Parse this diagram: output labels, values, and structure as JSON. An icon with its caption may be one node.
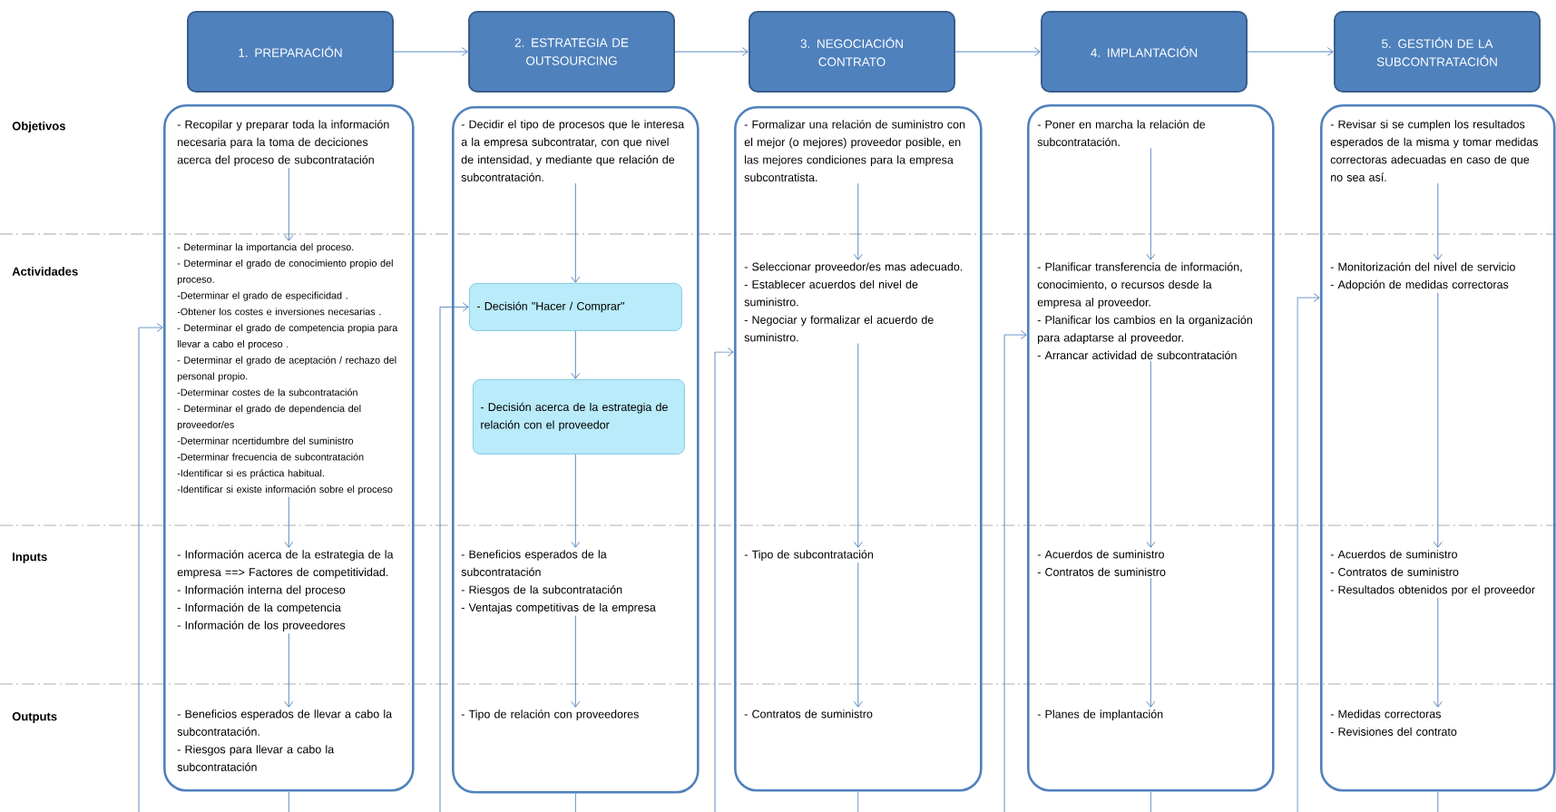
{
  "diagram": {
    "nodes": [
      {
        "text": [
          "1. PREPARACIÓN"
        ]
      },
      {
        "text": [
          "2. ESTRATEGIA DE OUTSOURCING"
        ]
      },
      {
        "text": [
          "3. NEGOCIACIÓN CONTRATO"
        ]
      },
      {
        "text": [
          "4. IMPLANTACIÓN"
        ]
      },
      {
        "text": [
          "5. GESTIÓN DE LA SUBCONTRATACIÓN"
        ]
      },
      {
        "text": [],
        "shape": "box"
      },
      {
        "text": [
          "- Recopilar y preparar toda la información necesaria para la toma de deciciones acerca del proceso de subcontratación"
        ],
        "in": 5
      },
      {
        "text": [
          "- Determinar la importancia del proceso.",
          "- Determinar el grado de conocimiento propio del proceso.",
          "-Determinar el grado de especificidad .",
          "-Obtener los costes e inversiones necesarias .",
          "- Determinar el grado de competencia propia para llevar a cabo el proceso .",
          "- Determinar el grado de aceptación / rechazo del personal propio.",
          "-Determinar costes de la subcontratación",
          "- Determinar el grado de dependencia del proveedor/es",
          "-Determinar ncertidumbre del suministro",
          "-Determinar frecuencia de subcontratación",
          "-Identificar si es práctica habitual.",
          "-Identificar si existe información sobre el proceso"
        ],
        "in": 5
      },
      {
        "text": [
          "- Información acerca de la estrategia de la empresa ==> Factores de competitividad.",
          "- Información interna del proceso",
          "- Información de la competencia",
          "- Información de los proveedores"
        ],
        "in": 5
      },
      {
        "text": [
          "- Beneficios esperados  de llevar a cabo la subcontratación.",
          "- Riesgos para llevar a cabo la subcontratación"
        ],
        "in": 5
      },
      {
        "text": [],
        "shape": "box"
      },
      {
        "text": [
          "- Decidir el tipo de procesos que le interesa a la empresa subcontratar, con que nivel de intensidad, y mediante que relación de subcontratación."
        ],
        "in": 10
      },
      {
        "text": [
          "- Decisión \"Hacer / Comprar\""
        ],
        "in": 10
      },
      {
        "text": [
          "- Decisión acerca de la estrategia de relación con el proveedor"
        ],
        "in": 10
      },
      {
        "text": [
          "- Beneficios esperados de la subcontratación",
          "- Riesgos de la subcontratación",
          "- Ventajas competitivas de la empresa"
        ],
        "in": 10
      },
      {
        "text": [
          "- Tipo de relación con proveedores"
        ],
        "in": 10
      },
      {
        "text": [],
        "shape": "box"
      },
      {
        "text": [
          "- Formalizar una relación de suministro con el mejor (o mejores) proveedor posible, en las mejores condiciones para la empresa subcontratista."
        ],
        "in": 16
      },
      {
        "text": [
          "- Seleccionar proveedor/es mas adecuado.",
          "- Establecer acuerdos del nivel de suministro.",
          "- Negociar y formalizar el acuerdo de suministro."
        ],
        "in": 16
      },
      {
        "text": [
          "- Tipo de subcontratación"
        ],
        "in": 16
      },
      {
        "text": [
          "- Contratos de suministro"
        ],
        "in": 16
      },
      {
        "text": [],
        "shape": "box"
      },
      {
        "text": [
          "-  Poner en marcha la relación de subcontratación."
        ],
        "in": 21
      },
      {
        "text": [
          "- Planificar transferencia de información, conocimiento, o recursos desde la empresa al proveedor.",
          "- Planificar los cambios en la organización para adaptarse al proveedor.",
          "- Arrancar actividad de subcontratación"
        ],
        "in": 21
      },
      {
        "text": [
          "- Acuerdos de suministro",
          "- Contratos de suministro"
        ],
        "in": 21
      },
      {
        "text": [
          "- Planes de implantación"
        ],
        "in": 21
      },
      {
        "text": [],
        "shape": "box"
      },
      {
        "text": [
          "- Revisar si se cumplen los resultados esperados de la misma y tomar medidas correctoras adecuadas en caso de que no sea así."
        ],
        "in": 26
      },
      {
        "text": [
          "- Monitorización del nivel de servicio",
          "- Adopción de medidas correctoras"
        ],
        "in": 26
      },
      {
        "text": [
          "- Acuerdos de suministro",
          "- Contratos de suministro",
          "- Resultados obtenidos por el proveedor"
        ],
        "in": 26
      },
      {
        "text": [
          "- Medidas correctoras",
          "- Revisiones del contrato"
        ],
        "in": 26
      }
    ],
    "edges": [
      {
        "from": 0,
        "to": 1,
        "arrow": "to"
      },
      {
        "from": 1,
        "to": 2,
        "arrow": "to"
      },
      {
        "from": 2,
        "to": 3,
        "arrow": "to"
      },
      {
        "from": 3,
        "to": 4,
        "arrow": "to"
      },
      {
        "from": 6,
        "to": 7,
        "arrow": "to"
      },
      {
        "from": 7,
        "to": 8,
        "arrow": "to"
      },
      {
        "from": 8,
        "to": 9,
        "arrow": "to"
      },
      {
        "from": 11,
        "to": 12,
        "arrow": "to"
      },
      {
        "from": 12,
        "to": 13,
        "arrow": "to"
      },
      {
        "from": 13,
        "to": 14,
        "arrow": "to"
      },
      {
        "from": 14,
        "to": 15,
        "arrow": "to"
      },
      {
        "from": 17,
        "to": 18,
        "arrow": "to"
      },
      {
        "from": 18,
        "to": 19,
        "arrow": "to"
      },
      {
        "from": 19,
        "to": 20,
        "arrow": "to"
      },
      {
        "from": 22,
        "to": 23,
        "arrow": "to"
      },
      {
        "from": 23,
        "to": 24,
        "arrow": "to"
      },
      {
        "from": 24,
        "to": 25,
        "arrow": "to"
      },
      {
        "from": 27,
        "to": 28,
        "arrow": "to"
      },
      {
        "from": 28,
        "to": 29,
        "arrow": "to"
      },
      {
        "from": 29,
        "to": 30,
        "arrow": "to"
      },
      {
        "from": null,
        "to": 5,
        "arrow": "to"
      },
      {
        "from": null,
        "to": 12,
        "arrow": "to"
      },
      {
        "from": null,
        "to": 16,
        "arrow": "to"
      },
      {
        "from": null,
        "to": 21,
        "arrow": "to"
      },
      {
        "from": null,
        "to": 26,
        "arrow": "to"
      },
      {
        "from": 5,
        "to": null,
        "arrow": "none"
      },
      {
        "from": 10,
        "to": null,
        "arrow": "none"
      },
      {
        "from": 16,
        "to": null,
        "arrow": "none"
      },
      {
        "from": 21,
        "to": null,
        "arrow": "none"
      },
      {
        "from": 26,
        "to": null,
        "arrow": "none"
      }
    ],
    "labels": [
      "Objetivos",
      "Actividades",
      "Inputs",
      "Outputs"
    ]
  }
}
